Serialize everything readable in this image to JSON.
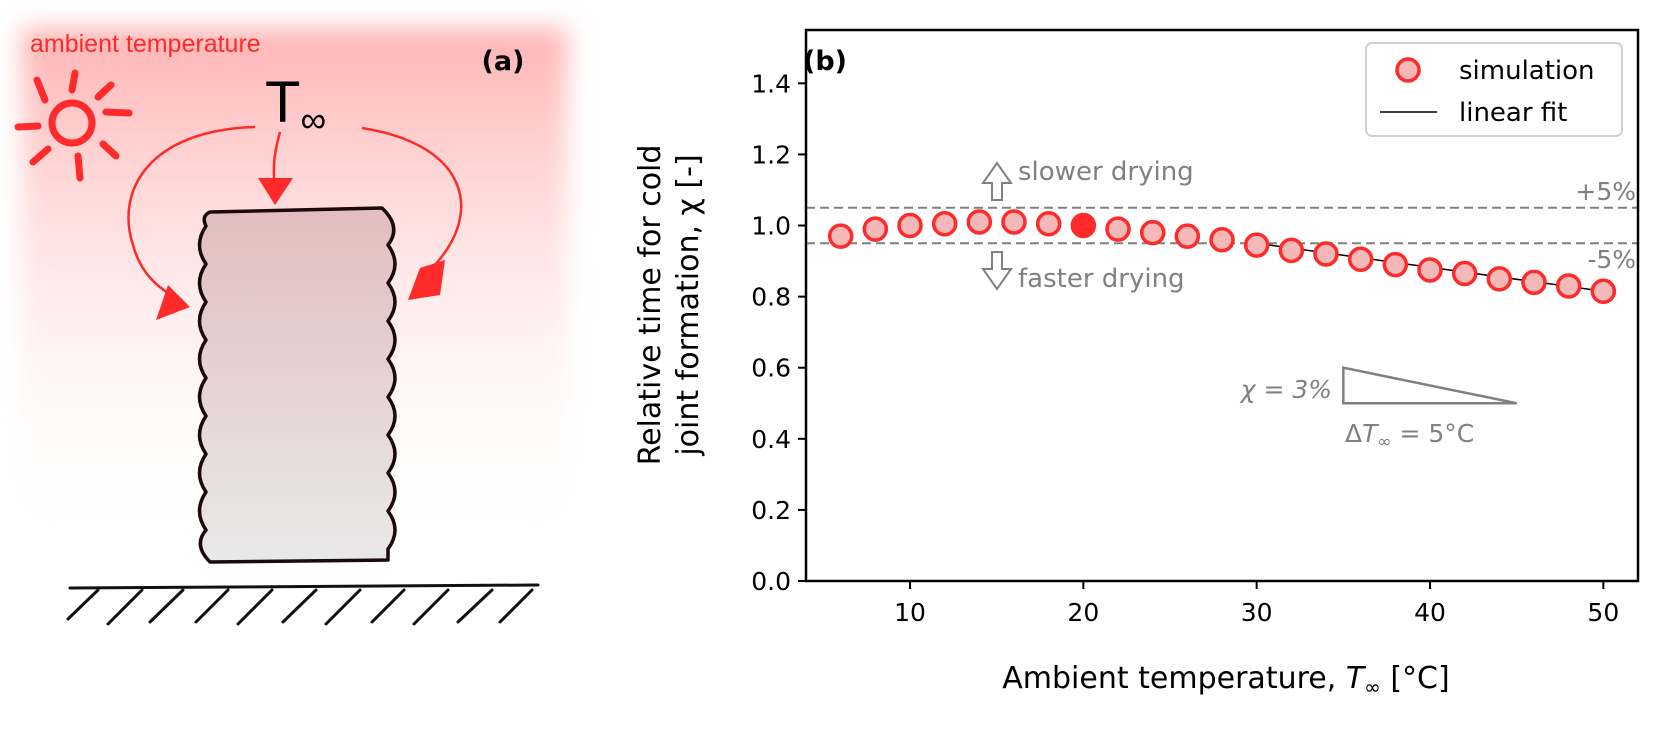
{
  "panel_a": {
    "tag": "(a)",
    "ambient_label": "ambient temperature",
    "t_symbol": "T",
    "t_subscript": "∞",
    "icon": "sun-icon",
    "colors": {
      "accent": "#ff2a2a",
      "glow": "#ffb3b3",
      "column_top": "#e2bdbd",
      "column_bottom": "#e9e9e9"
    }
  },
  "panel_b": {
    "tag": "(b)",
    "ylabel_line1": "Relative time for cold",
    "ylabel_line2": "joint formation, χ [-]",
    "xlabel": "Ambient temperature, T∞ [°C]",
    "slower": "slower drying",
    "faster": "faster drying",
    "plus": "+5%",
    "minus": "-5%",
    "chi_text": "χ = 3%",
    "dt_text": "ΔT∞ = 5°C",
    "legend": [
      "simulation",
      "linear fit"
    ]
  },
  "chart_data": {
    "type": "scatter",
    "xlabel": "Ambient temperature, T∞ [°C]",
    "ylabel": "Relative time for cold joint formation, χ [-]",
    "xlim": [
      4,
      52
    ],
    "ylim": [
      0,
      1.55
    ],
    "xticks": [
      10,
      20,
      30,
      40,
      50
    ],
    "yticks": [
      0.0,
      0.2,
      0.4,
      0.6,
      0.8,
      1.0,
      1.2,
      1.4
    ],
    "grid": false,
    "legend_position": "top-right",
    "series": [
      {
        "name": "simulation",
        "color": "#ff2a2a",
        "fill": "#f4b8b8",
        "x": [
          6,
          8,
          10,
          12,
          14,
          16,
          18,
          20,
          22,
          24,
          26,
          28,
          30,
          32,
          34,
          36,
          38,
          40,
          42,
          44,
          46,
          48,
          50
        ],
        "y": [
          0.97,
          0.99,
          1.0,
          1.005,
          1.01,
          1.01,
          1.005,
          1.0,
          0.99,
          0.98,
          0.97,
          0.96,
          0.945,
          0.93,
          0.92,
          0.905,
          0.89,
          0.875,
          0.865,
          0.85,
          0.84,
          0.83,
          0.815
        ],
        "highlight_x": 20
      },
      {
        "name": "linear fit",
        "color": "#000000",
        "x": [
          30,
          50
        ],
        "y": [
          0.95,
          0.815
        ]
      }
    ],
    "reference_lines": [
      {
        "label": "+5%",
        "y": 1.05,
        "color": "#808080",
        "style": "dashed"
      },
      {
        "label": "-5%",
        "y": 0.95,
        "color": "#808080",
        "style": "dashed"
      }
    ],
    "slope_triangle": {
      "x0": 35,
      "x1": 45,
      "y_top": 0.6,
      "y_bottom": 0.5,
      "labels": [
        "χ = 3%",
        "ΔT∞ = 5°C"
      ]
    }
  }
}
